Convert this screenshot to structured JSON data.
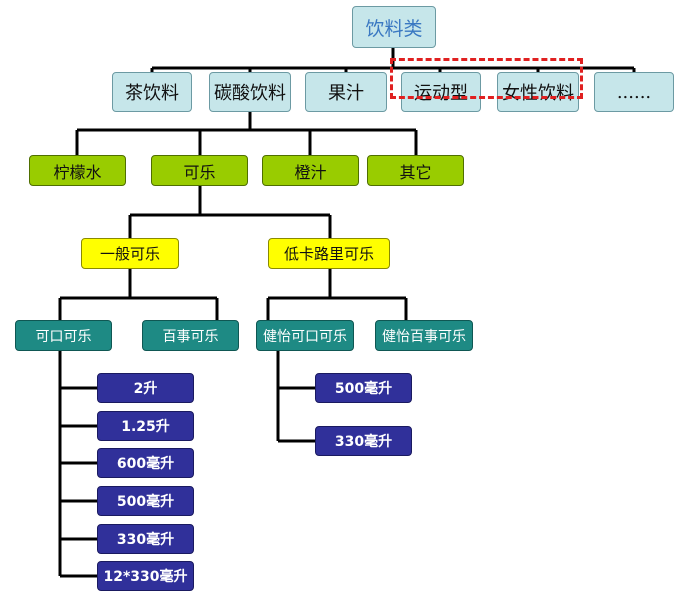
{
  "root": "饮料类",
  "categories": [
    "茶饮料",
    "碳酸饮料",
    "果汁",
    "运动型",
    "女性饮料",
    "......"
  ],
  "carbonated": [
    "柠檬水",
    "可乐",
    "橙汁",
    "其它"
  ],
  "cola_types": [
    "一般可乐",
    "低卡路里可乐"
  ],
  "regular_brands": [
    "可口可乐",
    "百事可乐"
  ],
  "diet_brands": [
    "健怡可口可乐",
    "健怡百事可乐"
  ],
  "coke_sizes": [
    "2升",
    "1.25升",
    "600毫升",
    "500毫升",
    "330毫升",
    "12*330毫升"
  ],
  "diet_coke_sizes": [
    "500毫升",
    "330毫升"
  ],
  "highlight_color": "#e02020"
}
